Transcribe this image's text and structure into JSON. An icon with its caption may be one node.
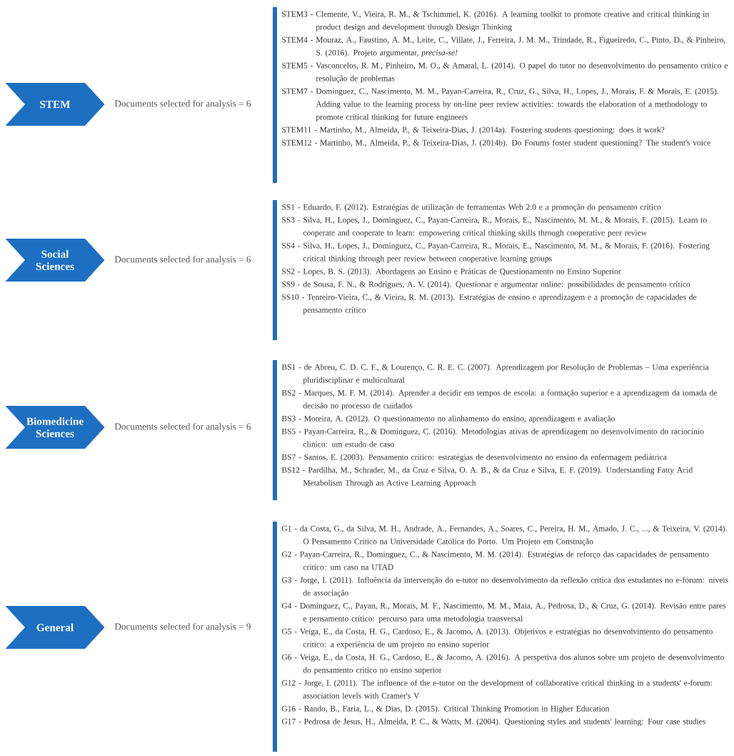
{
  "diagram": {
    "nodes": [
      {
        "text": [
          "STEM"
        ],
        "beside": [
          "Documents selected for analysis = 6"
        ]
      },
      {
        "text": [
          "STEM3 - Clemente, V., Vieira, R. M., & Tschimmel, K. (2016). A learning toolkit to promote creative and critical thinking in product design and development through Design Thinking",
          "STEM4 - Mouraz, A., Faustino, A. M., Leite, C., Villate, J., Ferreira, J. M. M., Trindade, R., Figueiredo, C., Pinto, D., & Pinheiro, S. (2016). Projeto argumentar, *precisa-se!*",
          "STEM5 - Vasconcelos, R. M., Pinheiro, M. O., & Amaral, L. (2014). O papel do tutor no desenvolvimento do pensamento crítico e resolução de problemas",
          "STEM7 - Domínguez, C., Nascimento, M. M., Payan-Carreira, R., Cruz, G., Silva, H., Lopes, J., Morais, F. & Morais, E. (2015). Adding value to the learning process by on-line peer review activities: towards the elaboration of a methodology to promote critical thinking for future engineers",
          "STEM11 - Martinho, M., Almeida, P., & Teixeira-Dias, J. (2014a). Fostering students questioning: does it work?",
          "STEM12 - Martinho, M., Almeida, P., & Teixeira-Dias, J. (2014b). Do Forums foster student questioning? The student's voice"
        ]
      },
      {
        "text": [
          "Social Sciences"
        ],
        "beside": [
          "Documents selected for analysis = 6"
        ]
      },
      {
        "text": [
          "SS1 - Eduardo, F. (2012). Estratégias de utilização de ferramentas Web 2.0 e a promoção do pensamento crítico",
          "SS3 - Silva, H., Lopes, J., Dominguez, C., Payan-Carreira, R., Morais, E., Nascimento, M. M., & Morais, F. (2015). Learn to cooperate and cooperate to learn: empowering critical thinking skills through cooperative peer review",
          "SS4 - Silva, H., Lopes, J., Dominguez, C., Payan-Carreira, R., Morais, E., Nascimento, M. M., & Morais, F. (2016). Fostering critical thinking through peer review between cooperative learning groups",
          "SS2 - Lopes, B. S. (2013). Abordagens ao Ensino e Práticas de Questionamento no Ensino Superior",
          "SS9 - de Sousa, F. N., & Rodrigues, A. V. (2014). Questionar e argumentar online: possibilidades de pensamento crítico",
          "SS10 - Tenreiro-Vieira, C., & Vieira, R. M. (2013). Estratégias de ensino e aprendizagem e a promoção de capacidades de pensamento crítico"
        ]
      },
      {
        "text": [
          "Biomedicine Sciences"
        ],
        "beside": [
          "Documents selected for analysis = 6"
        ]
      },
      {
        "text": [
          "BS1 - de Abreu, C. D. C. F., & Lourenço, C. R. E. C. (2007). Aprendizagem por Resolução de Problemas – Uma experiência pluridisciplinar e multicultural",
          "BS2 - Marques, M. F. M. (2014). Aprender a decidir em tempos de escola: a formação superior e a aprendizagem da tomada de decisão no processo de cuidados",
          "BS3 - Moreira, A. (2012). O questionamento no alinhamento do ensino, aprendizagem e avaliação",
          "BS5 - Payan-Carreira, R., & Dominguez, C. (2016). Metodologias ativas de aprendizagem no desenvolvimento do raciocínio clínico: um estudo de caso",
          "BS7 - Santos, E. (2003). Pensamento crítico: estratégias de desenvolvimento no ensino da enfermagem pediátrica",
          "BS12 - Pardilha, M., Schrader, M., da Cruz e Silva, O. A. B., & da Cruz e Silva, E. F. (2019). Understanding Fatty Acid Metabolism Through an Active Learning Approach"
        ]
      },
      {
        "text": [
          "General"
        ],
        "beside": [
          "Documents selected for analysis = 9"
        ]
      },
      {
        "text": [
          "G1 - da Costa, G., da Silva, M. H., Andrade, A., Fernandes, A., Soares, C., Pereira, H. M., Amado, J. C., ..., & Teixeira, V. (2014). O Pensamento Crítico na Universidade Católica do Porto. Um Projeto em Construção",
          "G2 - Payan-Carreira, R., Dominguez, C., & Nascimento, M. M. (2014). Estratégias de reforço das capacidades de pensamento crítico: um caso na UTAD",
          "G3 - Jorge, I. (2011). Influência da intervenção do e-tutor no desenvolvimento da reflexão crítica dos estudantes no e-fórum: níveis de associação",
          "G4 - Dominguez, C., Payan, R., Morais, M. F., Nascimento, M. M., Maia, A., Pedrosa, D., & Cruz, G. (2014). Revisão entre pares e pensamento crítico: percurso para uma metodologia transversal",
          "G5 - Veiga, E., da Costa, H. G., Cardoso, E., & Jacomo, A. (2013). Objetivos e estratégias no desenvolvimento do pensamento crítico: a experiência de um projeto no ensino superior",
          "G6 - Veiga, E., da Costa, H. G., Cardoso, E., & Jacomo, A. (2016). A perspetiva dos alunos sobre um projeto de desenvolvimento do pensamento crítico no ensino superior",
          "G12 - Jorge, I. (2011). The influence of the e-tutor on the development of collaborative critical thinking in a students' e-forum: association levels with Cramer's V",
          "G16 - Rando, B., Faria, L., & Dias, D. (2015). Critical Thinking Promotion in Higher Education",
          "G17 - Pedrosa de Jesus, H., Almeida, P. C., & Watts, M. (2004). Questioning styles and students' learning: Four case studies"
        ]
      }
    ]
  }
}
